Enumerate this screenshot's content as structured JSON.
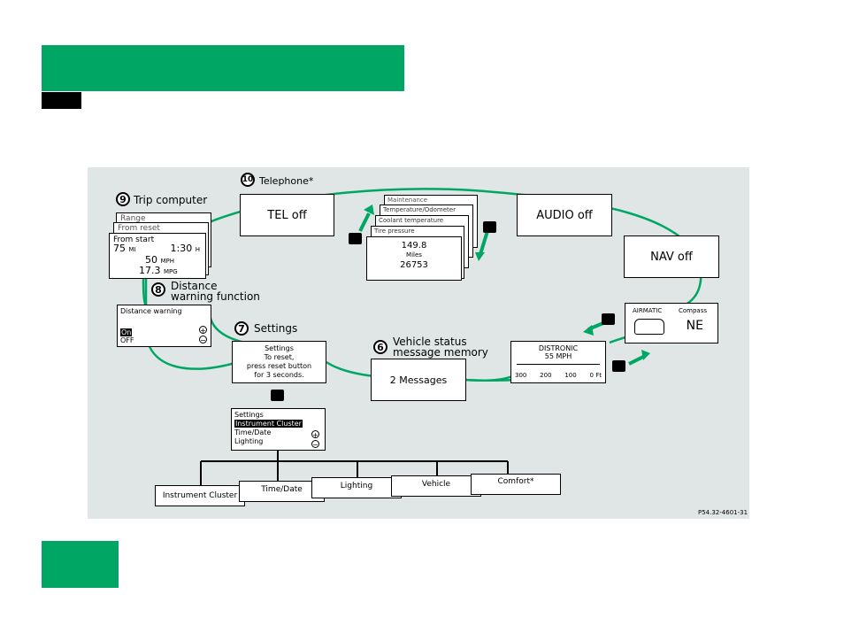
{
  "colors": {
    "green": "#00a664",
    "panel_bg": "#e0e6e6",
    "loop_line": "#00a664"
  },
  "trip": {
    "number": "9",
    "label": "Trip computer",
    "card_range": "Range",
    "card_reset": "From reset",
    "card_start": "From start",
    "distance": "75",
    "distance_unit": "MI",
    "time": "1:30",
    "time_unit": "H",
    "speed": "50",
    "speed_unit": "MPH",
    "consumption": "17.3",
    "consumption_unit": "MPG"
  },
  "telephone": {
    "number": "10",
    "label": "Telephone*",
    "screen": "TEL off"
  },
  "service": {
    "cards": [
      "Maintenance",
      "Temperature/Odometer",
      "Coolant temperature",
      "Tire pressure"
    ],
    "line1": "149.8",
    "line2": "Miles",
    "line3": "26753"
  },
  "audio": {
    "screen": "AUDIO off"
  },
  "nav": {
    "screen": "NAV off"
  },
  "distance_warning": {
    "number": "8",
    "label_line1": "Distance",
    "label_line2": "warning function",
    "title": "Distance warning",
    "opt_on": "On",
    "opt_off": "OFF"
  },
  "settings": {
    "number": "7",
    "label": "Settings",
    "line1": "Settings",
    "line2": "To reset,",
    "line3": "press reset button",
    "line4": "for 3 seconds."
  },
  "settings_menu": {
    "title": "Settings",
    "item1": "Instrument Cluster",
    "item2": "Time/Date",
    "item3": "Lighting"
  },
  "submenus": [
    "Instrument Cluster",
    "Time/Date",
    "Lighting",
    "Vehicle",
    "Comfort*"
  ],
  "vehicle_status": {
    "number": "6",
    "label_line1": "Vehicle status",
    "label_line2": "message memory",
    "screen": "2 Messages"
  },
  "distronic": {
    "title": "DISTRONIC",
    "speed": "55 MPH",
    "scale": [
      "300",
      "200",
      "100",
      "0 Ft"
    ]
  },
  "airmatic": {
    "title_left": "AIRMATIC",
    "title_right": "Compass",
    "heading": "NE"
  },
  "credit": "P54.32-4601-31"
}
